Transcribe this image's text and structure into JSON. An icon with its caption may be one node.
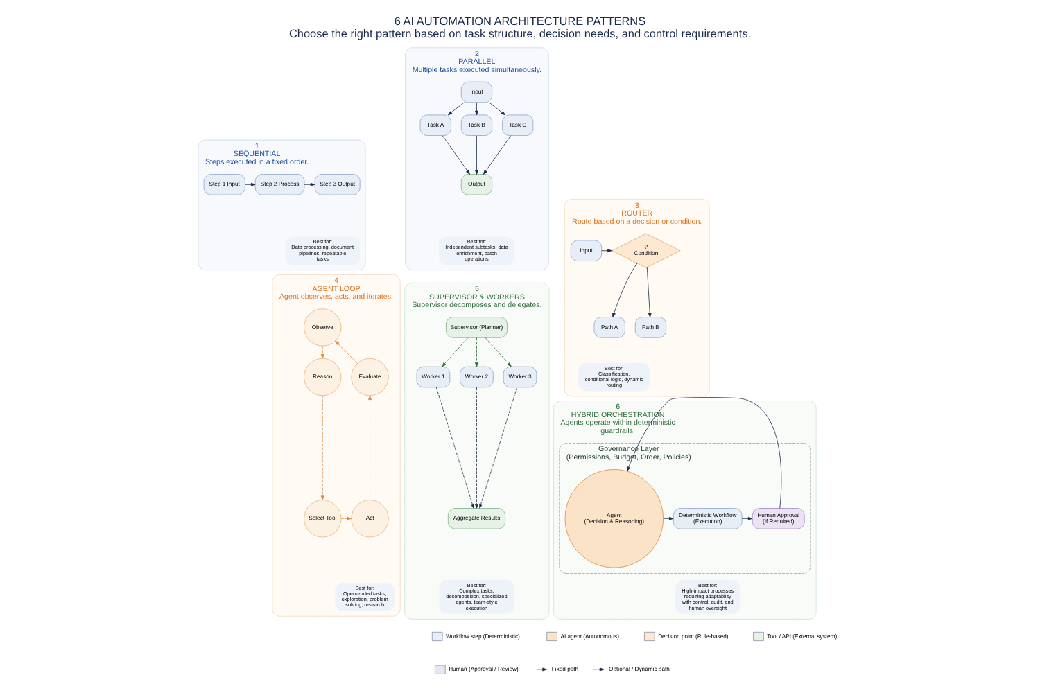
{
  "diagram": {
    "title": "6 AI AUTOMATION ARCHITECTURE PATTERNS",
    "caption": "Choose the right pattern based on task structure, decision needs, and control requirements.",
    "nodes": [
      {
        "text": [
          "1",
          "SEQUENTIAL",
          "Steps executed in a fixed order."
        ]
      },
      {
        "text": [
          "Step 1 Input"
        ],
        "in": 0
      },
      {
        "text": [
          "Step 2 Process"
        ],
        "in": 0
      },
      {
        "text": [
          "Step 3 Output"
        ],
        "in": 0
      },
      {
        "text": [
          "Best for:",
          "Data processing, document pipelines, repeatable tasks"
        ],
        "in": 0
      },
      {
        "text": [
          "2",
          "PARALLEL",
          "Multiple tasks executed simultaneously."
        ]
      },
      {
        "text": [
          "Input"
        ],
        "in": 5
      },
      {
        "text": [
          "Task A"
        ],
        "in": 5
      },
      {
        "text": [
          "Task B"
        ],
        "in": 5
      },
      {
        "text": [
          "Task C"
        ],
        "in": 5
      },
      {
        "text": [
          "Output"
        ],
        "in": 5
      },
      {
        "text": [
          "Best for:",
          "Independent subtasks, data enrichment, batch operations"
        ],
        "in": 5
      },
      {
        "text": [
          "3",
          "ROUTER",
          "Route based on a decision or condition."
        ]
      },
      {
        "text": [
          "Input"
        ],
        "in": 12
      },
      {
        "text": [
          "?",
          "Condition"
        ],
        "in": 12
      },
      {
        "text": [
          "Path A"
        ],
        "in": 12
      },
      {
        "text": [
          "Path B"
        ],
        "in": 12
      },
      {
        "text": [
          "Best for:",
          "Classification, conditional logic, dynamic routing"
        ],
        "in": 12
      },
      {
        "text": [
          "4",
          "AGENT LOOP",
          "Agent observes, acts, and iterates."
        ]
      },
      {
        "text": [
          "Observe"
        ],
        "in": 18
      },
      {
        "text": [
          "Reason"
        ],
        "in": 18
      },
      {
        "text": [
          "Select Tool"
        ],
        "in": 18
      },
      {
        "text": [
          "Act"
        ],
        "in": 18
      },
      {
        "text": [
          "Evaluate"
        ],
        "in": 18
      },
      {
        "text": [
          "Best for:",
          "Open-ended tasks, exploration, problem solving, research"
        ],
        "in": 18
      },
      {
        "text": [
          "5",
          "SUPERVISOR & WORKERS",
          "Supervisor decomposes and delegates."
        ]
      },
      {
        "text": [
          "Supervisor (Planner)"
        ],
        "in": 25
      },
      {
        "text": [
          "Worker 1"
        ],
        "in": 25
      },
      {
        "text": [
          "Worker 2"
        ],
        "in": 25
      },
      {
        "text": [
          "Worker 3"
        ],
        "in": 25
      },
      {
        "text": [
          "Aggregate Results"
        ],
        "in": 25
      },
      {
        "text": [
          "Best for:",
          "Complex tasks, decomposition, specialized agents, team-style execution"
        ],
        "in": 25
      },
      {
        "text": [
          "6",
          "HYBRID ORCHESTRATION",
          "Agents operate within deterministic guardrails."
        ]
      },
      {
        "text": [
          "Governance Layer",
          "(Permissions, Budget, Order, Policies)"
        ],
        "in": 32
      },
      {
        "text": [
          "Agent",
          "(Decision & Reasoning)"
        ],
        "in": 33
      },
      {
        "text": [
          "Deterministic Workflow",
          "(Execution)"
        ],
        "in": 33
      },
      {
        "text": [
          "Human Approval",
          "(If Required)"
        ],
        "in": 33
      },
      {
        "text": [
          "Best for:",
          "High-impact processes requiring adaptability with control, audit, and human oversight"
        ],
        "in": 32
      }
    ],
    "edges": [
      {
        "from": 1,
        "to": 2,
        "arrow": "to"
      },
      {
        "from": 2,
        "to": 3,
        "arrow": "to"
      },
      {
        "from": 6,
        "to": 7,
        "arrow": "to"
      },
      {
        "from": 6,
        "to": 8,
        "arrow": "to"
      },
      {
        "from": 6,
        "to": 9,
        "arrow": "to"
      },
      {
        "from": 7,
        "to": 10,
        "arrow": "to"
      },
      {
        "from": 8,
        "to": 10,
        "arrow": "to"
      },
      {
        "from": 9,
        "to": 10,
        "arrow": "to"
      },
      {
        "from": 13,
        "to": 14,
        "arrow": "to"
      },
      {
        "from": 14,
        "to": 15,
        "arrow": "to"
      },
      {
        "from": 14,
        "to": 16,
        "arrow": "to"
      },
      {
        "from": 19,
        "to": 20,
        "arrow": "to",
        "style": "dashed",
        "color": "#e08a3c"
      },
      {
        "from": 20,
        "to": 21,
        "arrow": "to",
        "style": "dashed",
        "color": "#e08a3c"
      },
      {
        "from": 21,
        "to": 22,
        "arrow": "to",
        "style": "dashed",
        "color": "#e08a3c"
      },
      {
        "from": 22,
        "to": 23,
        "arrow": "to",
        "style": "dashed",
        "color": "#e08a3c"
      },
      {
        "from": 23,
        "to": 19,
        "arrow": "to",
        "style": "dashed",
        "color": "#e08a3c"
      },
      {
        "from": 26,
        "to": 27,
        "arrow": "to",
        "style": "dashed",
        "color": "#2e6b3a"
      },
      {
        "from": 26,
        "to": 28,
        "arrow": "to",
        "style": "dashed",
        "color": "#2e6b3a"
      },
      {
        "from": 26,
        "to": 29,
        "arrow": "to",
        "style": "dashed",
        "color": "#2e6b3a"
      },
      {
        "from": 27,
        "to": 30,
        "arrow": "to",
        "style": "dashed"
      },
      {
        "from": 28,
        "to": 30,
        "arrow": "to",
        "style": "dashed"
      },
      {
        "from": 29,
        "to": 30,
        "arrow": "to",
        "style": "dashed"
      },
      {
        "from": 34,
        "to": 35,
        "arrow": "to"
      },
      {
        "from": 35,
        "to": 36,
        "arrow": "to"
      },
      {
        "from": 36,
        "to": 34,
        "arrow": "to"
      }
    ],
    "legend": [
      {
        "text": "Workflow step (Deterministic)",
        "color": "#e8eef8"
      },
      {
        "text": "AI agent (Autonomous)",
        "color": "#fbe3c8"
      },
      {
        "text": "Decision point (Rule-based)",
        "color": "#fde8d2"
      },
      {
        "text": "Tool / API (External system)",
        "color": "#e6f2e6"
      },
      {
        "text": "Human (Approval / Review)",
        "color": "#ebe3f3"
      },
      {
        "text": "Fixed path"
      },
      {
        "text": "Optional / Dynamic path"
      }
    ]
  }
}
